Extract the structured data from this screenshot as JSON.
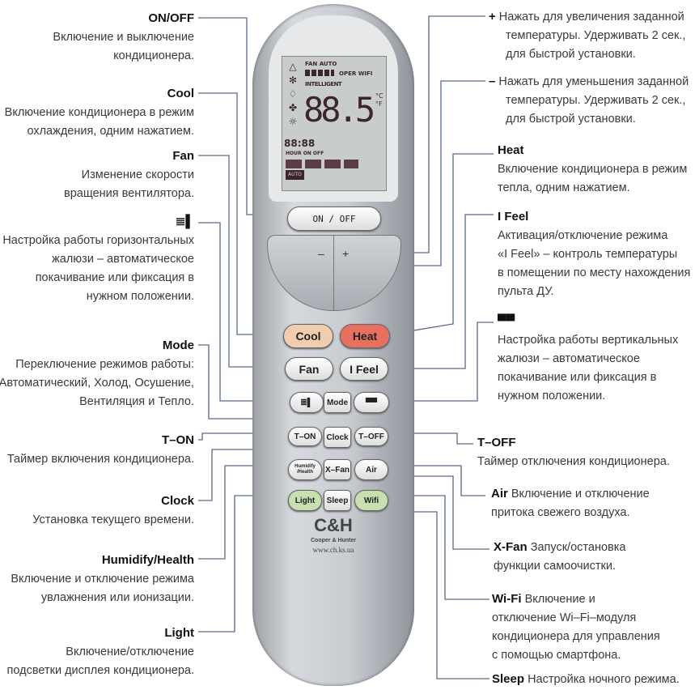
{
  "left": [
    {
      "title": "ON/OFF",
      "lines": [
        "Включение и выключение",
        "кондиционера."
      ]
    },
    {
      "title": "Cool",
      "lines": [
        "Включение кондиционера в режим",
        "охлаждения, одним нажатием."
      ]
    },
    {
      "title": "Fan",
      "lines": [
        "Изменение скорости",
        "вращения вентилятора."
      ]
    },
    {
      "title": "≣▌",
      "lines": [
        "Настройка работы горизонтальных",
        "жалюзи – автоматическое",
        "покачивание или фиксация в",
        "нужном положении."
      ]
    },
    {
      "title": "Mode",
      "lines": [
        "Переключение режимов работы:",
        "Автоматический, Холод, Осушение,",
        "Вентиляция и Тепло."
      ]
    },
    {
      "title": "T–ON",
      "lines": [
        "Таймер включения кондиционера."
      ]
    },
    {
      "title": "Clock",
      "lines": [
        "Установка текущего времени."
      ]
    },
    {
      "title": "Humidify/Health",
      "lines": [
        "Включение и отключение режима",
        "увлажнения или ионизации."
      ]
    },
    {
      "title": "Light",
      "lines": [
        "Включение/отключение",
        "подсветки дисплея кондиционера."
      ]
    }
  ],
  "right": [
    {
      "title": "+",
      "lines": [
        "Нажать для увеличения заданной",
        "температуры. Удерживать 2 сек.,",
        "для быстрой установки."
      ]
    },
    {
      "title": "–",
      "lines": [
        "Нажать для уменьшения заданной",
        "температуры. Удерживать 2 сек.,",
        "для быстрой установки."
      ]
    },
    {
      "title": "Heat",
      "lines": [
        "Включение кондиционера в режим",
        "тепла, одним нажатием."
      ]
    },
    {
      "title": "I Feel",
      "lines": [
        "Активация/отключение режима",
        "«I Feel» – контроль температуры",
        "в помещении по месту нахождения",
        "пульта ДУ."
      ]
    },
    {
      "title": "▀▀",
      "lines": [
        "Настройка работы вертикальных",
        "жалюзи – автоматическое",
        "покачивание или фиксация в",
        "нужном положении."
      ]
    },
    {
      "title": "T–OFF",
      "lines": [
        "Таймер отключения кондиционера."
      ]
    },
    {
      "title": "Air",
      "lines": [
        "Включение и отключение",
        "притока свежего воздуха."
      ]
    },
    {
      "title": "X-Fan",
      "lines": [
        "Запуск/остановка",
        "функции самоочистки."
      ]
    },
    {
      "title": "Wi-Fi",
      "lines": [
        "Включение и",
        "отключение Wi–Fi–модуля",
        "кондиционера для управления",
        "с помощью смартфона."
      ]
    },
    {
      "title": "Sleep",
      "lines": [
        "Настройка ночного режима."
      ]
    }
  ],
  "remote": {
    "lcd": {
      "fan_auto": "FAN AUTO",
      "oper_wifi": "OPER WIFI",
      "intelligent": "INTELLIGENT",
      "temp": "88.5",
      "units": "°C °F",
      "timer": "88:88",
      "timer_label": "HOUR ON OFF",
      "auto": "AUTO"
    },
    "buttons": {
      "onoff": "ON / OFF",
      "minus": "–",
      "plus": "+",
      "cool": "Cool",
      "heat": "Heat",
      "fan": "Fan",
      "ifeel": "I Feel",
      "swing_h": "≣▌",
      "mode": "Mode",
      "swing_v": "▀▀",
      "ton": "T–ON",
      "clock": "Clock",
      "toff": "T–OFF",
      "humidify": "Humidify /Health",
      "xfan": "X–Fan",
      "air": "Air",
      "light": "Light",
      "sleep": "Sleep",
      "wifi": "Wifi"
    },
    "logo": "C&H",
    "brand": "Cooper & Hunter",
    "url": "www.ch.ks.ua"
  },
  "colors": {
    "line": "#5b6b85",
    "cool": "#f1cdb0",
    "heat": "#e8705e",
    "green": "#c6e0b0"
  }
}
